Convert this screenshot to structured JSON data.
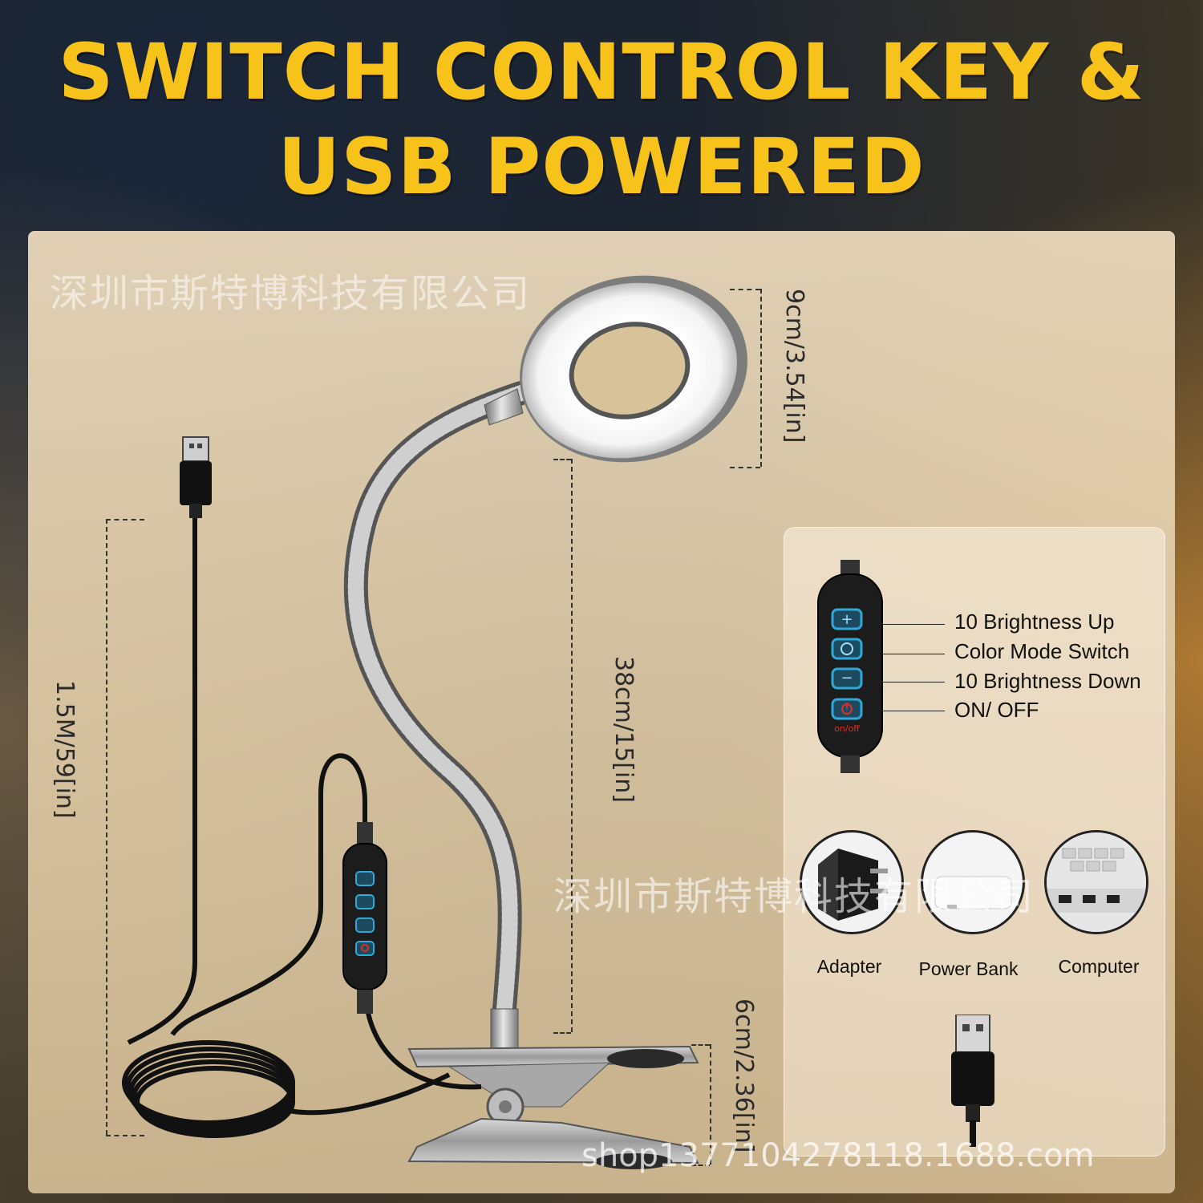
{
  "header": {
    "title_line1": "SWITCH CONTROL KEY &",
    "title_line2": "USB POWERED"
  },
  "watermarks": {
    "top": "深圳市斯特博科技有限公司",
    "middle": "深圳市斯特博科技有限公司",
    "bottom": "shop1377104278118.1688.com"
  },
  "dimensions": {
    "ring": "9cm/3.54[in]",
    "neck": "38cm/15[in]",
    "clip": "6cm/2.36[in]",
    "cable": "1.5M/59[in]"
  },
  "controller": {
    "buttons": [
      {
        "label": "10 Brightness Up",
        "icon": "plus-icon"
      },
      {
        "label": "Color Mode Switch",
        "icon": "cycle-icon"
      },
      {
        "label": "10 Brightness Down",
        "icon": "minus-icon"
      },
      {
        "label": "ON/ OFF",
        "icon": "power-icon"
      }
    ],
    "onoff_text": "on/off"
  },
  "power_sources": [
    {
      "label": "Adapter",
      "icon": "adapter-icon"
    },
    {
      "label": "Power Bank",
      "icon": "power-bank-icon"
    },
    {
      "label": "Computer",
      "icon": "laptop-icon"
    }
  ],
  "colors": {
    "title": "#f7c21a",
    "button_glow": "#2fa8d8",
    "power_red": "#d9302a"
  }
}
